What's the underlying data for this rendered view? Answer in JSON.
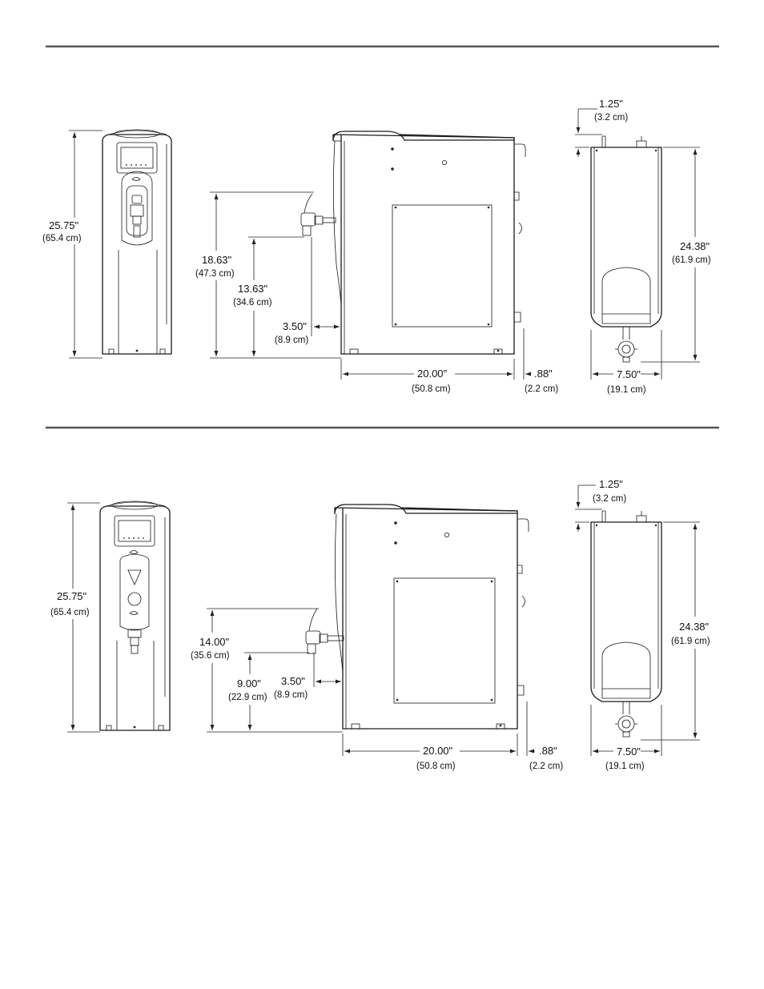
{
  "figure_top": {
    "front_height": {
      "value": "25.75\"",
      "metric": "(65.4 cm)"
    },
    "spout_top_height": {
      "value": "18.63\"",
      "metric": "(47.3 cm)"
    },
    "spout_outlet_height": {
      "value": "13.63\"",
      "metric": "(34.6 cm)"
    },
    "spout_projection": {
      "value": "3.50\"",
      "metric": "(8.9 cm)"
    },
    "depth": {
      "value": "20.00\"",
      "metric": "(50.8 cm)"
    },
    "rear_fitting": {
      "value": ".88\"",
      "metric": "(2.2 cm)"
    },
    "top_fitting": {
      "value": "1.25\"",
      "metric": "(3.2 cm)"
    },
    "rear_height": {
      "value": "24.38\"",
      "metric": "(61.9 cm)"
    },
    "rear_width": {
      "value": "7.50\"",
      "metric": "(19.1 cm)"
    }
  },
  "figure_bottom": {
    "front_height": {
      "value": "25.75\"",
      "metric": "(65.4 cm)"
    },
    "spout_top_height": {
      "value": "14.00\"",
      "metric": "(35.6 cm)"
    },
    "spout_outlet_height": {
      "value": "9.00\"",
      "metric": "(22.9 cm)"
    },
    "spout_projection": {
      "value": "3.50\"",
      "metric": "(8.9 cm)"
    },
    "depth": {
      "value": "20.00\"",
      "metric": "(50.8 cm)"
    },
    "rear_fitting": {
      "value": ".88\"",
      "metric": "(2.2 cm)"
    },
    "top_fitting": {
      "value": "1.25\"",
      "metric": "(3.2 cm)"
    },
    "rear_height": {
      "value": "24.38\"",
      "metric": "(61.9 cm)"
    },
    "rear_width": {
      "value": "7.50\"",
      "metric": "(19.1 cm)"
    }
  },
  "icons": [
    "dispenser-front-view",
    "dispenser-side-view",
    "dispenser-rear-view",
    "faucet-icon",
    "brand-logo-icon"
  ]
}
